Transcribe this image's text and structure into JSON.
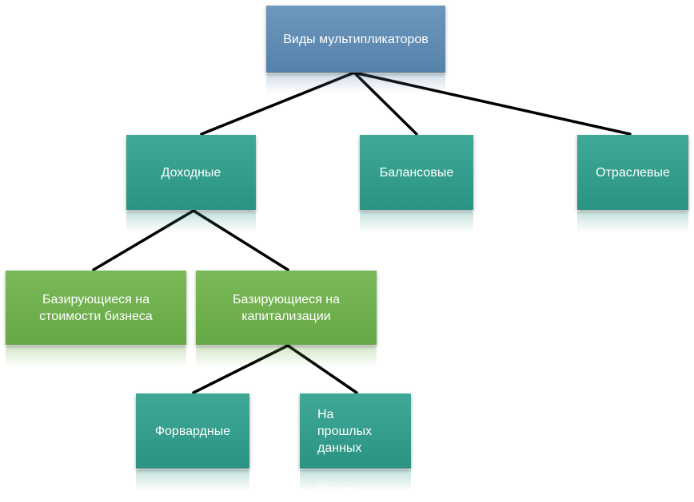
{
  "diagram": {
    "colors": {
      "root": "#5e8bb3",
      "category": "#34a08d",
      "subcategory": "#72b14f",
      "connector": "#000000"
    },
    "nodes": {
      "root": {
        "label": "Виды мультипликаторов"
      },
      "income": {
        "label": "Доходные"
      },
      "balance": {
        "label": "Балансовые"
      },
      "sector": {
        "label": "Отраслевые"
      },
      "business_value": {
        "label": "Базирующиеся на стоимости бизнеса"
      },
      "capitalization": {
        "label": "Базирующиеся на капитализации"
      },
      "forward": {
        "label": "Форвардные"
      },
      "past_data": {
        "label": "На прошлых данных"
      }
    },
    "edges": [
      [
        "root",
        "income"
      ],
      [
        "root",
        "balance"
      ],
      [
        "root",
        "sector"
      ],
      [
        "income",
        "business_value"
      ],
      [
        "income",
        "capitalization"
      ],
      [
        "capitalization",
        "forward"
      ],
      [
        "capitalization",
        "past_data"
      ]
    ]
  }
}
